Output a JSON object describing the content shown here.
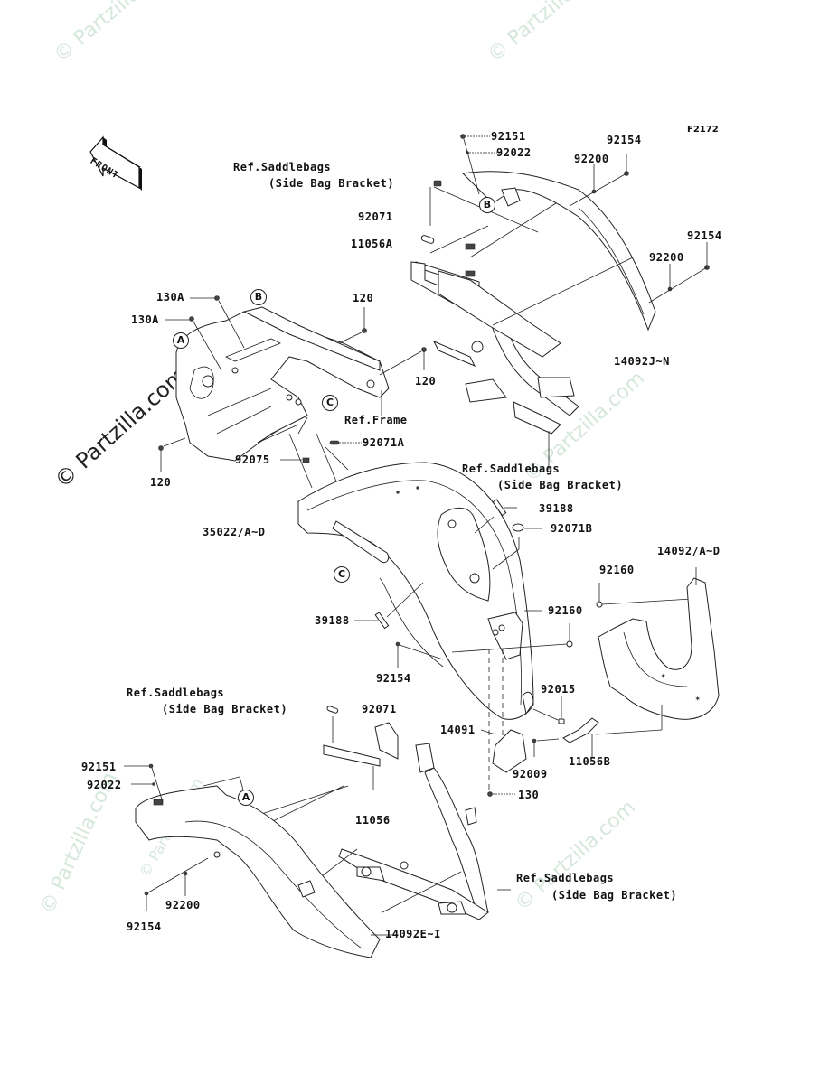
{
  "diagram": {
    "figure_id": "F2172",
    "front_arrow": {
      "label": "FRONT",
      "icon": "front-direction-arrow-icon"
    },
    "watermarks": [
      "© Partzilla.com",
      "© Partzilla.com",
      "© Partzilla.com",
      "© Partzilla.com",
      "© Partzilla.com"
    ],
    "callouts": [
      "A",
      "B",
      "C",
      "A",
      "B",
      "C"
    ],
    "labels": {
      "ref_saddlebags_top": "Ref.Saddlebags",
      "side_bag_bracket_top": "(Side Bag Bracket)",
      "p92151_top": "92151",
      "p92022_top": "92022",
      "p92154_top1": "92154",
      "p92200_top1": "92200",
      "p92154_top2": "92154",
      "p92200_top2": "92200",
      "p92071_top": "92071",
      "p11056A": "11056A",
      "p14092JN": "14092J~N",
      "p130A_1": "130A",
      "p130A_2": "130A",
      "p120_top": "120",
      "p120_mid": "120",
      "p120_left": "120",
      "ref_frame": "Ref.Frame",
      "p92071A": "92071A",
      "p92075": "92075",
      "ref_saddlebags_mid": "Ref.Saddlebags",
      "side_bag_bracket_mid": "(Side Bag Bracket)",
      "p39188_top": "39188",
      "p92071B": "92071B",
      "p35022": "35022/A~D",
      "p14092AD": "14092/A~D",
      "p92160_1": "92160",
      "p92160_2": "92160",
      "p39188_low": "39188",
      "p92154_mid": "92154",
      "ref_saddlebags_low": "Ref.Saddlebags",
      "side_bag_bracket_low": "(Side Bag Bracket)",
      "p92071_low": "92071",
      "p92015": "92015",
      "p14091": "14091",
      "p11056B": "11056B",
      "p92009": "92009",
      "p130": "130",
      "p92151_low": "92151",
      "p92022_low": "92022",
      "p11056": "11056",
      "ref_saddlebags_bottom": "Ref.Saddlebags",
      "side_bag_bracket_bottom": "(Side Bag Bracket)",
      "p92200_low": "92200",
      "p92154_low": "92154",
      "p14092EI": "14092E~I"
    }
  }
}
